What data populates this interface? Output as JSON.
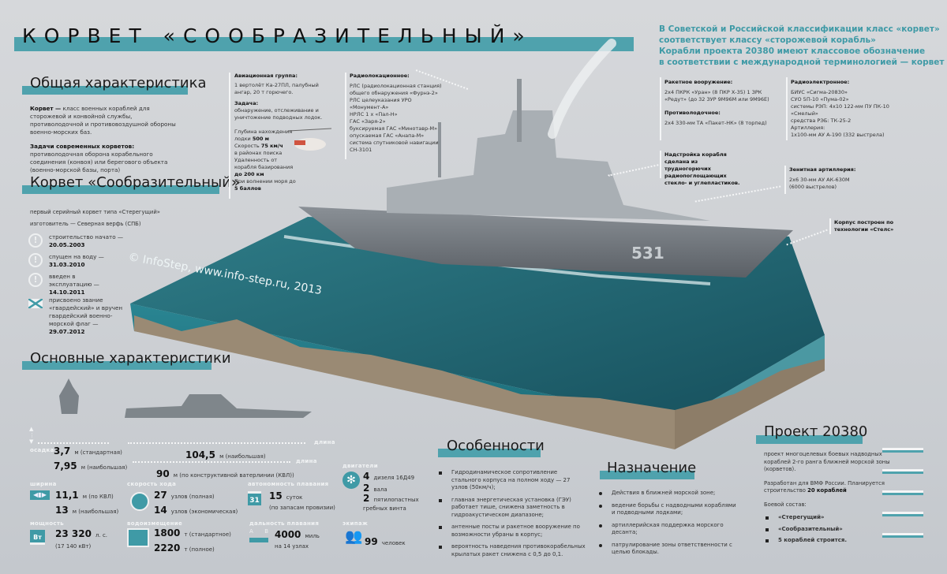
{
  "title": "КОРВЕТ «СООБРАЗИТЕЛЬНЫЙ»",
  "intro": {
    "lines": [
      "В Советской и Российской классификации класс «корвет»",
      "соответствует классу «сторожевой корабль»",
      "Корабли проекта 20380 имеют классовое обозначение",
      "в соответствии с международной терминологией — корвет"
    ]
  },
  "general": {
    "heading": "Общая характеристика",
    "def_bold": "Корвет —",
    "def": " класс военных кораблей для сторожевой и конвойной службы, противолодочной и противовоздушной обороны военно-морских баз.",
    "tasks_bold": "Задачи современных корветов:",
    "tasks": " противолодочная оборона корабельного соединения (конвоя) или берегового объекта (военно-морской базы, порта)"
  },
  "ship": {
    "heading": "Корвет «Сообразительный»",
    "line1": "первый серийный корвет типа «Стерегущий»",
    "line2": "изготовитель — Северная верфь (СПБ)",
    "timeline": [
      {
        "icon": "exclamation-icon",
        "text": "строительство начато —",
        "date": "20.05.2003"
      },
      {
        "icon": "exclamation-icon",
        "text": "спущен на воду —",
        "date": "31.03.2010"
      },
      {
        "icon": "exclamation-icon",
        "text": "введен в эксплуатацию —",
        "date": "14.10.2011"
      },
      {
        "icon": "andreevsky-flag-icon",
        "text": "присвоено звание «гвардейский» и вручен гвардейский военно-морской флаг —",
        "date": "29.07.2012"
      }
    ]
  },
  "aviation": {
    "title": "Авиационная группа:",
    "text": "1 вертолёт Ка-27ПЛ, палубный ангар, 20 т горючего.",
    "task_title": "Задача:",
    "task": "обнаружение, отслеживание и уничтожение подводных лодок.",
    "stats": [
      [
        "Глубина нахождения лодки ",
        "500 м"
      ],
      [
        "Скорость ",
        "75 км/ч"
      ],
      [
        "в районах поиска",
        ""
      ],
      [
        "Удаленность от корабля базирования ",
        "до 200 км"
      ],
      [
        "При волнении моря до ",
        "5 баллов"
      ]
    ]
  },
  "radar": {
    "title": "Радиолокационное:",
    "items": [
      "РЛС (радиолокационная станция) общего обнаружения «Фурнэ-2»",
      "РЛС целеуказания УРО «Монумент-А»",
      "НРЛС 1 х «Пал-Н»",
      "ГАС «Заря-2»",
      "буксируемая ГАС «Минотавр-М»",
      "опускаемая ГАС «Анапа-М»",
      "система спутниковой навигации СН-3101"
    ]
  },
  "missile": {
    "title": "Ракетное вооружение:",
    "text": "2х4 ПКРК «Уран» (8 ПКР Х-35) 1 ЗРК «Редут» (до 32 ЗУР 9М96М или 9М96Е)"
  },
  "asw": {
    "title": "Противолодочное:",
    "text": "2х4 330-мм ТА «Пакет-НК» (8 торпед)"
  },
  "electronic": {
    "title": "Радиоэлектронное:",
    "items": [
      "БИУС «Сигма-20830»",
      "СУО 5П-10 «Пума-02»",
      "системы РЭП: 4х10 122-мм ПУ ПК-10 «Смелый»",
      "средства РЭБ: ТК-25-2",
      "Артиллерия:",
      "1х100-мм АУ А-190 (332 выстрела)"
    ]
  },
  "superstructure": {
    "text": "Надстройка корабля сделана из трудногорючих радиопоглощающих стекло- и углепластиков."
  },
  "aa": {
    "title": "Зенитная артиллерия:",
    "text": "2х6 30-мм АУ АК-630М (6000 выстрелов)"
  },
  "stealth": {
    "text": "Корпус построен по технологии «Стелс»"
  },
  "hull_number": "531",
  "watermark": "© InfoStep, www.info-step.ru, 2013",
  "main": {
    "heading": "Основные характеристики",
    "draft": {
      "label": "осадка",
      "v1": "3,7",
      "u1": "м (стандартная)",
      "v2": "7,95",
      "u2": "м (наибольшая)"
    },
    "length": {
      "label": "длина",
      "v1": "104,5",
      "u1": "м (наибольшая)",
      "v2": "90",
      "u2": "м (по конструктивной ватерлинии (КВЛ))"
    },
    "width": {
      "label": "ширина",
      "v1": "11,1",
      "u1": "м (по КВЛ)",
      "v2": "13",
      "u2": "м (наибольшая)"
    },
    "speed": {
      "label": "скорость хода",
      "v1": "27",
      "u1": "узлов (полная)",
      "v2": "14",
      "u2": "узлов (экономическая)"
    },
    "autonomy": {
      "label": "автономность плавания",
      "calendar": "31",
      "v1": "15",
      "u1": "суток",
      "u2": "(по запасам провизии)"
    },
    "engines": {
      "label": "двигатели",
      "v1": "4",
      "u1": "дизеля 16Д49",
      "v2": "2",
      "u2": "вала",
      "v3": "2",
      "u3": "пятилопастных гребных винта"
    },
    "power": {
      "label": "мощность",
      "badge": "Вт",
      "v1": "23 320",
      "u1": "л. с.",
      "u2": "(17 140 кВт)"
    },
    "displacement": {
      "label": "водоизмещение",
      "v1": "1800",
      "u1": "т (стандартное)",
      "v2": "2220",
      "u2": "т (полное)"
    },
    "range": {
      "label": "дальность плавания",
      "a": "А",
      "b": "В",
      "v1": "4000",
      "u1": "миль",
      "u2": "на 14 узлах"
    },
    "crew": {
      "label": "экипаж",
      "v1": "99",
      "u1": "человек"
    }
  },
  "features": {
    "heading": "Особенности",
    "items": [
      "Гидродинамическое сопротивление стального корпуса на полном ходу — 27 узлов (50км/ч);",
      "главная энергетическая установка (ГЭУ) работает тише, снижена заметность в гидроакустическом диапазоне;",
      "антенные посты и ракетное вооружение по возможности убраны в корпус;",
      "вероятность наведения противокорабельных крылатых ракет снижена с 0,5 до 0,1."
    ]
  },
  "purpose": {
    "heading": "Назначение",
    "items": [
      "Действия в ближней морской зоне;",
      "ведение борьбы с надводными кораблями и подводными лодками;",
      "артиллерийская поддержка морского десанта;",
      "патрулирование зоны ответственности с целью блокады."
    ]
  },
  "project": {
    "heading": "Проект 20380",
    "p1": "проект многоцелевых боевых надводных кораблей 2-го ранга ближней морской зоны (корветов).",
    "p2a": "Разработан для ВМФ России. Планируется строительство ",
    "p2b": "20 кораблей",
    "p3": "Боевой состав:",
    "items": [
      "«Стерегущий»",
      "«Сообразительный»",
      "5 кораблей строится."
    ]
  },
  "colors": {
    "accent": "#4fa2ad",
    "intro_text": "#3f9aa6",
    "water": "#1f6f7c",
    "seabed": "#9a8a74"
  }
}
